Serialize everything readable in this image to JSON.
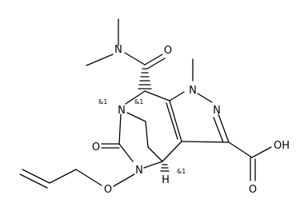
{
  "atoms": {
    "n_amide_me2": "N",
    "o_amide": "O",
    "n1": "N",
    "n2": "N",
    "n_bridge": "N",
    "o_lactam": "O",
    "n_lactam": "N",
    "o_ether": "O",
    "oh": "OH",
    "o_acid": "O",
    "h_bridgehead": "H"
  },
  "stereo_labels": {
    "bridge_n": "&1",
    "c_alpha": "&1",
    "c_bridgehead": "&1"
  }
}
